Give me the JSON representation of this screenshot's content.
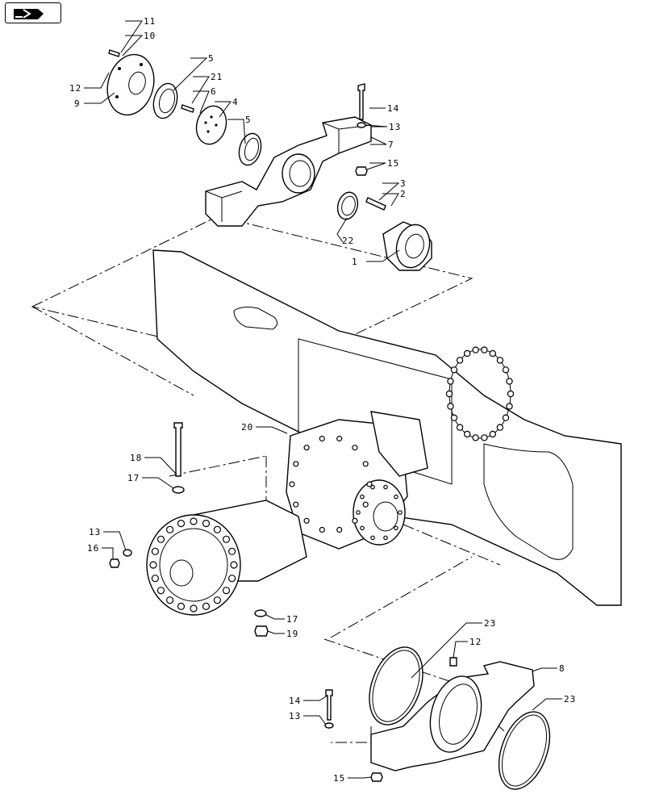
{
  "nav": {
    "icon": "arrow-right-icon"
  },
  "callouts": [
    {
      "id": "c-11a",
      "text": "11"
    },
    {
      "id": "c-10",
      "text": "10"
    },
    {
      "id": "c-12a",
      "text": "12"
    },
    {
      "id": "c-9",
      "text": "9"
    },
    {
      "id": "c-5a",
      "text": "5"
    },
    {
      "id": "c-21",
      "text": "21"
    },
    {
      "id": "c-6",
      "text": "6"
    },
    {
      "id": "c-4",
      "text": "4"
    },
    {
      "id": "c-5b",
      "text": "5"
    },
    {
      "id": "c-14a",
      "text": "14"
    },
    {
      "id": "c-13a",
      "text": "13"
    },
    {
      "id": "c-7",
      "text": "7"
    },
    {
      "id": "c-15a",
      "text": "15"
    },
    {
      "id": "c-3",
      "text": "3"
    },
    {
      "id": "c-2",
      "text": "2"
    },
    {
      "id": "c-22",
      "text": "22"
    },
    {
      "id": "c-1",
      "text": "1"
    },
    {
      "id": "c-20",
      "text": "20"
    },
    {
      "id": "c-18",
      "text": "18"
    },
    {
      "id": "c-17a",
      "text": "17"
    },
    {
      "id": "c-13b",
      "text": "13"
    },
    {
      "id": "c-16",
      "text": "16"
    },
    {
      "id": "c-17b",
      "text": "17"
    },
    {
      "id": "c-19",
      "text": "19"
    },
    {
      "id": "c-23a",
      "text": "23"
    },
    {
      "id": "c-12b",
      "text": "12"
    },
    {
      "id": "c-8",
      "text": "8"
    },
    {
      "id": "c-23b",
      "text": "23"
    },
    {
      "id": "c-14b",
      "text": "14"
    },
    {
      "id": "c-13c",
      "text": "13"
    },
    {
      "id": "c-15b",
      "text": "15"
    }
  ]
}
